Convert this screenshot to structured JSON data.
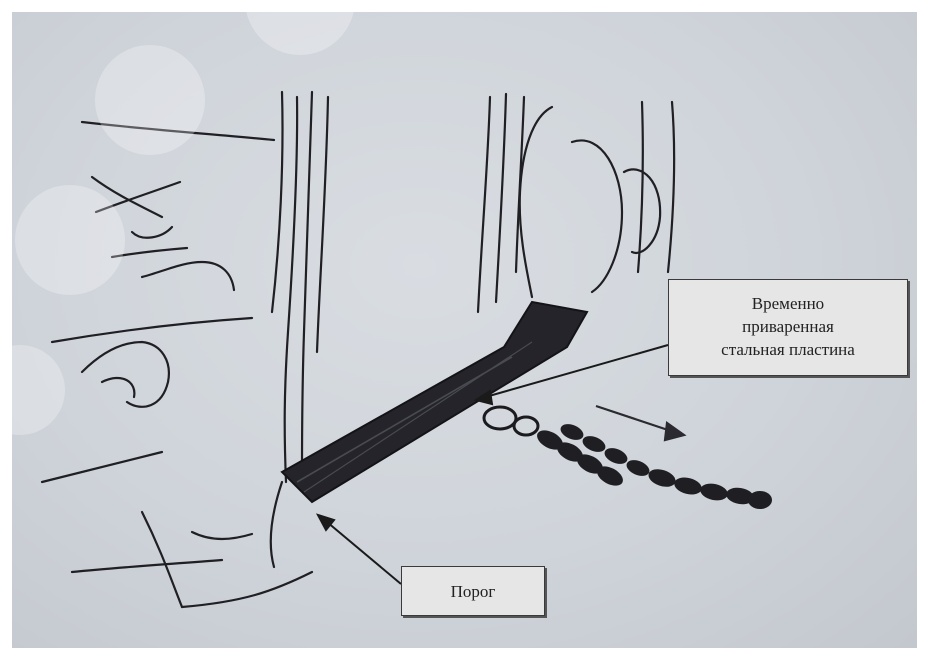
{
  "figure": {
    "labels": {
      "plate_line1": "Временно",
      "plate_line2": "приваренная",
      "plate_line3": "стальная пластина",
      "sill": "Порог"
    }
  }
}
